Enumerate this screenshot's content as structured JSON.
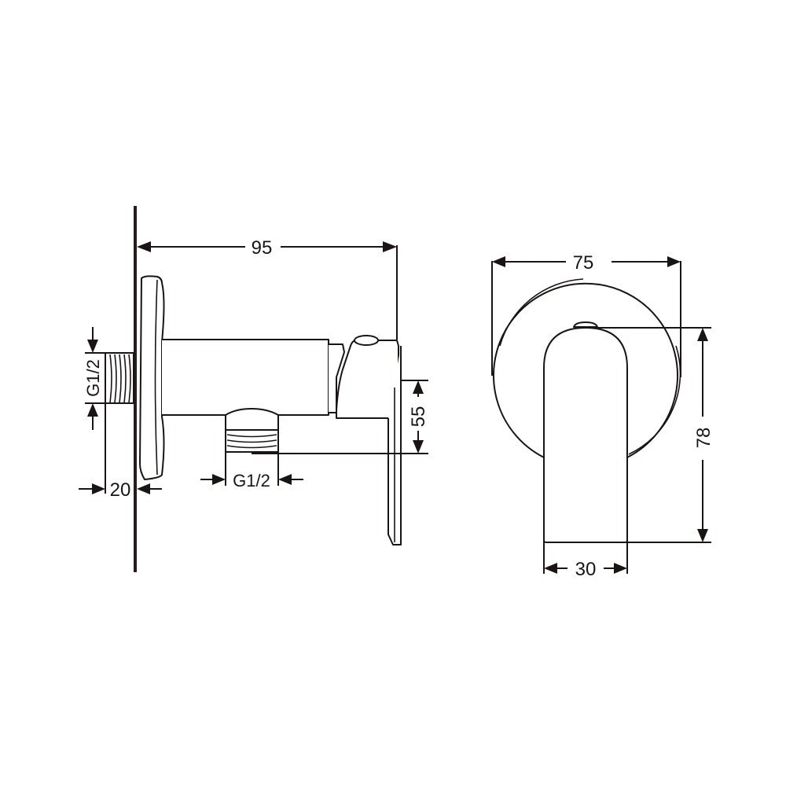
{
  "drawing": {
    "title": "Angle valve technical drawing",
    "line_color": "#1a1414",
    "background": "#ffffff"
  },
  "side_view": {
    "dim_overall_length": "95",
    "dim_inlet_thread": "G1/2",
    "dim_outlet_thread": "G1/2",
    "dim_inlet_depth": "20",
    "dim_outlet_drop": "55"
  },
  "front_view": {
    "dim_flange_diameter": "75",
    "dim_height": "78",
    "dim_handle_width": "30"
  }
}
